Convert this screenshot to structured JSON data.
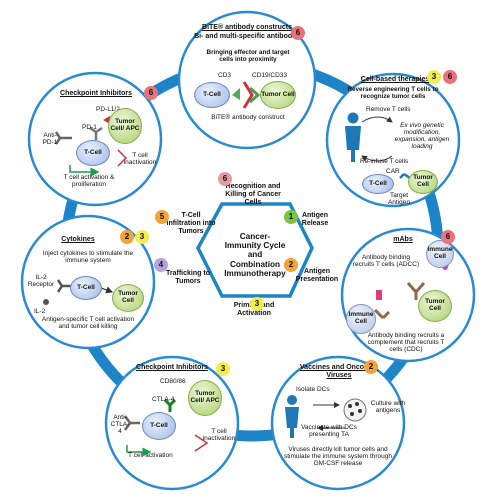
{
  "colors": {
    "ring_blue": "#1c84c7",
    "panel_border": "#2a8ad0",
    "badge_red": "#e9737a",
    "badge_orange": "#f2a33a",
    "badge_yellow": "#f2ec4f",
    "badge_green": "#7dc243",
    "badge_purple": "#b6a2d8",
    "badge_pink": "#e29aa3"
  },
  "center": {
    "title": "Cancer-Immunity Cycle and Combination Immunotherapy",
    "steps": [
      {
        "number": "1",
        "label": "Antigen Release"
      },
      {
        "number": "2",
        "label": "Antigen Presentation"
      },
      {
        "number": "3",
        "label": "Priming and Activation"
      },
      {
        "number": "4",
        "label": "Trafficking to Tumors"
      },
      {
        "number": "5",
        "label": "T-Cell Infiltration into Tumors"
      },
      {
        "number": "6",
        "label": "Recognition and Killing of Cancer Cells"
      }
    ]
  },
  "panels": {
    "bite": {
      "title": "BiTE® antibody constructs",
      "subtitle": "Bi- and multi-specific antibodies",
      "desc": "Bringing effector and target cells into proximity",
      "label_cd3": "CD3",
      "label_cd19": "CD19/CD33",
      "t_cell": "T-Cell",
      "tumor_cell": "Tumor Cell",
      "caption": "BiTE® antibody construct",
      "badges": [
        "6"
      ]
    },
    "cell_based": {
      "title": "Cell-based therapies",
      "subtitle": "Reverse engineering T cells to recognize tumor cells",
      "remove": "Remove T cells",
      "ex_vivo": "Ex vivo genetic modification, expansion, antigen loading",
      "reinfuse": "Re-infuse T cells",
      "car": "CAR",
      "t_cell": "T-Cell",
      "tumor_cell": "Tumor Cell",
      "target": "Target Antigen",
      "badges": [
        "3",
        "6"
      ]
    },
    "mabs": {
      "title": "mAbs",
      "adcc": "Antibody binding recruits T cells (ADCC)",
      "immune_cell": "Immune Cell",
      "tumor_cell": "Tumor Cell",
      "cdc": "Antibody binding recruits a complement that recruits T cells (CDC)",
      "badges": [
        "6"
      ]
    },
    "vaccines": {
      "title": "Vaccines and Oncolytic Viruses",
      "isolate": "Isolate DCs",
      "culture": "Culture with antigens",
      "vaccinate": "Vaccinate with DCs presenting TA",
      "viruses": "Viruses directly kill tumor cells and stimulate the immune system through GM-CSF release",
      "badges": [
        "2"
      ]
    },
    "checkpoint_bottom": {
      "title": "Checkpoint Inhibitors",
      "cd80": "CD80/86",
      "ctla4": "CTLA-4",
      "anti_ctla4": "Anti-CTLA-4",
      "t_cell": "T-Cell",
      "tumor_cell": "Tumor Cell/ APC",
      "activation": "T cell activation",
      "inactivation": "T cell inactivation",
      "badges": [
        "3"
      ]
    },
    "cytokines": {
      "title": "Cytokines",
      "desc": "Inject cytokines to stimulate the immune system",
      "il2_receptor": "IL-2 Receptor",
      "il2": "IL-2",
      "t_cell": "T-Cell",
      "tumor_cell": "Tumor Cell",
      "caption": "Antigen-specific T cell activation and tumor cell killing",
      "badges": [
        "2",
        "3"
      ]
    },
    "checkpoint_top": {
      "title": "Checkpoint Inhibitors",
      "pdl": "PD-L1/2",
      "pd1": "PD-1",
      "anti_pd1": "Anti-PD-1",
      "t_cell": "T-Cell",
      "tumor_cell": "Tumor Cell/ APC",
      "activation": "T cell activation & proliferation",
      "inactivation": "T cell inactivation",
      "badges": [
        "6"
      ]
    }
  }
}
